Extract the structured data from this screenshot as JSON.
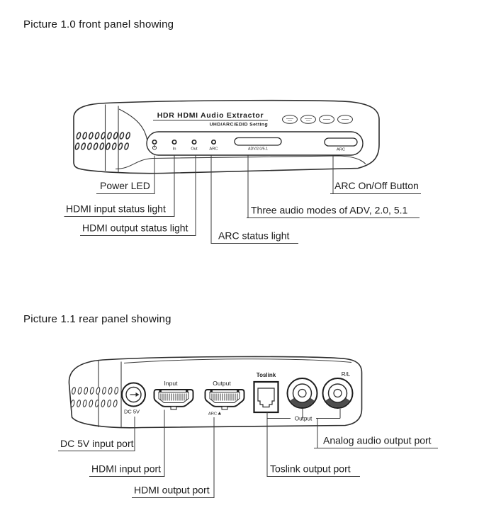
{
  "colors": {
    "ink": "#2b2b2b",
    "label_text": "#1c1c1c",
    "background": "#ffffff"
  },
  "figure1": {
    "title": "Picture 1.0 front panel showing",
    "device": {
      "brand_title": "HDR HDMI Audio Extractor",
      "brand_subtitle": "UHD/ARC/EDID Setting",
      "led_labels": [
        "In",
        "Out",
        "ARC"
      ],
      "adv_button_label": "ADV/2.0/5.1",
      "arc_button_label": "ARC",
      "icons": {
        "power_led": "power-icon",
        "logo_badges": "oval-badge-icons"
      }
    },
    "callouts": [
      "Power LED",
      "HDMI input status light",
      "HDMI output status light",
      "ARC status light",
      "Three audio modes of ADV, 2.0, 5.1",
      "ARC On/Off Button"
    ]
  },
  "figure2": {
    "title": "Picture 1.1 rear panel showing",
    "device": {
      "dc_label": "DC 5V",
      "hdmi_in_label": "Input",
      "hdmi_out_label": "Output",
      "arc_tag_label": "ARC",
      "toslink_label": "Toslink",
      "rl_label": "R/L",
      "output_group_label": "Output",
      "icons": {
        "arc_direction": "triangle-up-icon"
      }
    },
    "callouts": [
      "DC 5V input port",
      "HDMI input port",
      "HDMI output port",
      "Toslink output port",
      "Analog audio output port"
    ]
  }
}
